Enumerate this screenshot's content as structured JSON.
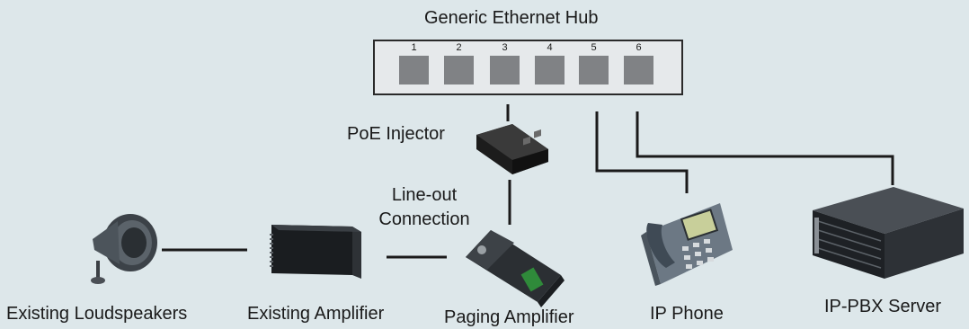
{
  "hub": {
    "title": "Generic Ethernet Hub",
    "ports": [
      "1",
      "2",
      "3",
      "4",
      "5",
      "6"
    ]
  },
  "devices": {
    "poe_injector": "PoE Injector",
    "line_out": "Line-out Connection",
    "loudspeakers": "Existing Loudspeakers",
    "existing_amplifier": "Existing Amplifier",
    "paging_amplifier": "Paging Amplifier",
    "ip_phone": "IP Phone",
    "ipbx_server": "IP-PBX Server"
  },
  "colors": {
    "background": "#dde7ea",
    "port": "#808285",
    "line": "#1a1a1a"
  }
}
